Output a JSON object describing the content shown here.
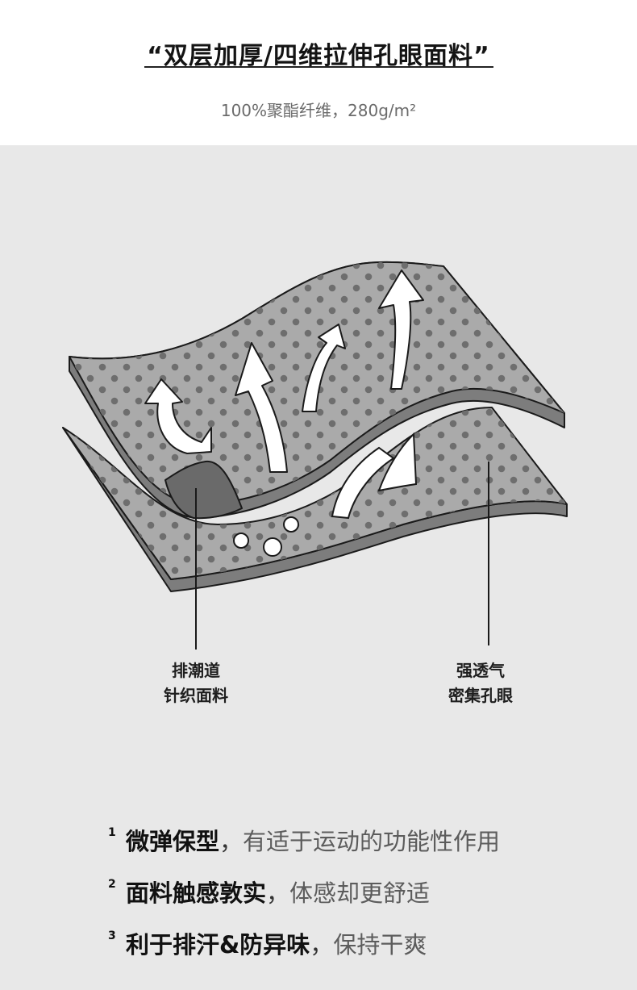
{
  "header": {
    "title": "“双层加厚/四维拉伸孔眼面料”",
    "subtitle": "100%聚酯纤维，280g/m²"
  },
  "callouts": {
    "left": {
      "line1": "排潮道",
      "line2": "针织面料"
    },
    "right": {
      "line1": "强透气",
      "line2": "密集孔眼"
    }
  },
  "features": [
    {
      "num": "1",
      "strong": "微弹保型",
      "sep": "，",
      "soft": "有适于运动的功能性作用"
    },
    {
      "num": "2",
      "strong": "面料触感敦实",
      "sep": "，",
      "soft": "体感却更舒适"
    },
    {
      "num": "3",
      "strong": "利于排汗&防异味",
      "sep": "，",
      "soft": "保持干爽"
    }
  ],
  "colors": {
    "panel_bg": "#e8e8e8",
    "fabric_face": "#a9a9a9",
    "fabric_edge": "#777777",
    "dots": "#6e6e6e",
    "outline": "#1a1a1a",
    "arrows": "#ffffff"
  },
  "icons": [
    "airflow-arrow-icon",
    "moisture-bubble-icon"
  ]
}
